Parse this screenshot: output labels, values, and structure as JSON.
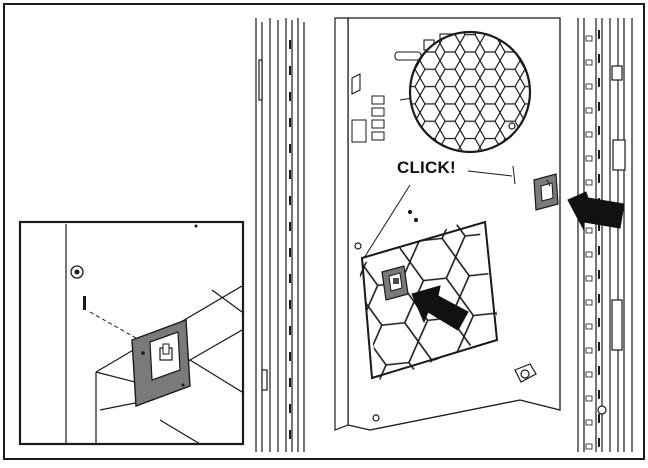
{
  "figure": {
    "callout_text": "CLICK!",
    "colors": {
      "line": "#1a1a1a",
      "panel": "#ffffff",
      "bracket": "#6f6f6f",
      "bracket_dark": "#4a4a4a",
      "arrow": "#111111",
      "shadow": "#e4e4e4"
    },
    "parts": [
      "fan-grille",
      "hex-vent-grille",
      "mounting-bracket",
      "rack-rail",
      "detail-inset"
    ]
  }
}
